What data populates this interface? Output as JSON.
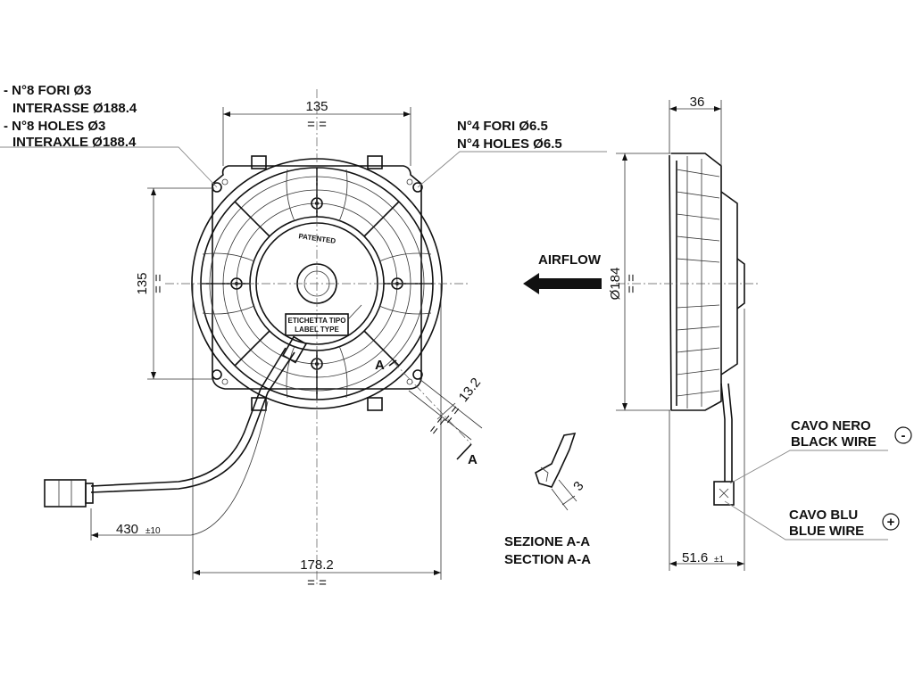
{
  "callouts": {
    "holes8_it_line1": "- N°8 FORI Ø3",
    "holes8_it_line2": "INTERASSE Ø188.4",
    "holes8_en_line1": "- N°8 HOLES Ø3",
    "holes8_en_line2": "INTERAXLE Ø188.4",
    "holes4_it": "N°4 FORI Ø6.5",
    "holes4_en": "N°4 HOLES Ø6.5",
    "airflow": "AIRFLOW",
    "label_type_it": "ETICHETTA TIPO",
    "label_type_en": "LABEL TYPE",
    "patented": "PATENTED",
    "black_wire_it": "CAVO NERO",
    "black_wire_en": "BLACK WIRE",
    "black_wire_symbol": "-",
    "blue_wire_it": "CAVO BLU",
    "blue_wire_en": "BLUE WIRE",
    "blue_wire_symbol": "+",
    "section_it": "SEZIONE A-A",
    "section_en": "SECTION A-A",
    "section_mark": "A"
  },
  "dimensions": {
    "width_top": "135",
    "height_left": "135",
    "equal_mark": "= =",
    "overall_width": "178.2",
    "cable_length": "430",
    "cable_tolerance": "±10",
    "tab_offset": "13.2",
    "depth_top": "36",
    "diameter": "Ø184",
    "depth_total": "51.6",
    "depth_tolerance": "±1",
    "section_thickness": "3"
  },
  "colors": {
    "ink": "#111111",
    "leader": "#888888",
    "background": "#ffffff"
  }
}
